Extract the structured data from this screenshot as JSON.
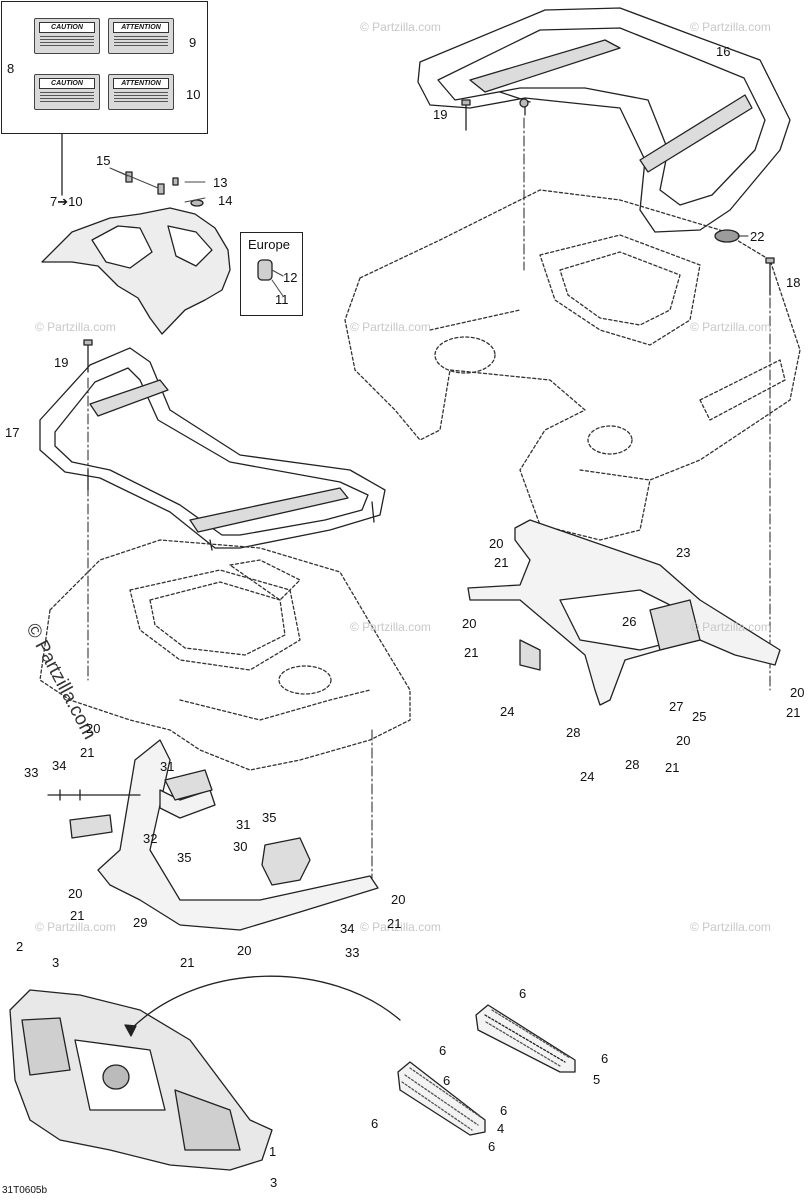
{
  "figure_code": "31T0605b",
  "europe_label": "Europe",
  "decals": [
    {
      "id": "caution-top",
      "title": "CAUTION"
    },
    {
      "id": "attention-top",
      "title": "ATTENTION"
    },
    {
      "id": "caution-bottom",
      "title": "CAUTION"
    },
    {
      "id": "attention-bottom",
      "title": "ATTENTION"
    }
  ],
  "watermark": "© Partzilla.com",
  "side_watermark": "© Partzilla.com",
  "callouts": [
    {
      "id": "c8",
      "text": "8"
    },
    {
      "id": "c9",
      "text": "9"
    },
    {
      "id": "c10a",
      "text": "10"
    },
    {
      "id": "c7-10",
      "text": "7➔10"
    },
    {
      "id": "c15",
      "text": "15"
    },
    {
      "id": "c13",
      "text": "13"
    },
    {
      "id": "c14",
      "text": "14"
    },
    {
      "id": "c12",
      "text": "12"
    },
    {
      "id": "c11",
      "text": "11"
    },
    {
      "id": "c16",
      "text": "16"
    },
    {
      "id": "c19a",
      "text": "19"
    },
    {
      "id": "c22",
      "text": "22"
    },
    {
      "id": "c18",
      "text": "18"
    },
    {
      "id": "c19b",
      "text": "19"
    },
    {
      "id": "c17",
      "text": "17"
    },
    {
      "id": "c20a",
      "text": "20"
    },
    {
      "id": "c21a",
      "text": "21"
    },
    {
      "id": "c23",
      "text": "23"
    },
    {
      "id": "c20b",
      "text": "20"
    },
    {
      "id": "c26",
      "text": "26"
    },
    {
      "id": "c21b",
      "text": "21"
    },
    {
      "id": "c20c",
      "text": "20"
    },
    {
      "id": "c24a",
      "text": "24"
    },
    {
      "id": "c28a",
      "text": "28"
    },
    {
      "id": "c27",
      "text": "27"
    },
    {
      "id": "c25",
      "text": "25"
    },
    {
      "id": "c21c",
      "text": "21"
    },
    {
      "id": "c20d",
      "text": "20"
    },
    {
      "id": "c24b",
      "text": "24"
    },
    {
      "id": "c28b",
      "text": "28"
    },
    {
      "id": "c21d",
      "text": "21"
    },
    {
      "id": "c20e",
      "text": "20"
    },
    {
      "id": "c21e",
      "text": "21"
    },
    {
      "id": "c34a",
      "text": "34"
    },
    {
      "id": "c31a",
      "text": "31"
    },
    {
      "id": "c33a",
      "text": "33"
    },
    {
      "id": "c32",
      "text": "32"
    },
    {
      "id": "c35a",
      "text": "35"
    },
    {
      "id": "c31b",
      "text": "31"
    },
    {
      "id": "c35b",
      "text": "35"
    },
    {
      "id": "c30",
      "text": "30"
    },
    {
      "id": "c20f",
      "text": "20"
    },
    {
      "id": "c21f",
      "text": "21"
    },
    {
      "id": "c29",
      "text": "29"
    },
    {
      "id": "c20g",
      "text": "20"
    },
    {
      "id": "c21g",
      "text": "21"
    },
    {
      "id": "c34b",
      "text": "34"
    },
    {
      "id": "c33b",
      "text": "33"
    },
    {
      "id": "c21h",
      "text": "21"
    },
    {
      "id": "c20h",
      "text": "20"
    },
    {
      "id": "c2",
      "text": "2"
    },
    {
      "id": "c3a",
      "text": "3"
    },
    {
      "id": "c6a",
      "text": "6"
    },
    {
      "id": "c6b",
      "text": "6"
    },
    {
      "id": "c6c",
      "text": "6"
    },
    {
      "id": "c6d",
      "text": "6"
    },
    {
      "id": "c5",
      "text": "5"
    },
    {
      "id": "c6e",
      "text": "6"
    },
    {
      "id": "c4",
      "text": "4"
    },
    {
      "id": "c6f",
      "text": "6"
    },
    {
      "id": "c6g",
      "text": "6"
    },
    {
      "id": "c1",
      "text": "1"
    },
    {
      "id": "c3b",
      "text": "3"
    }
  ]
}
